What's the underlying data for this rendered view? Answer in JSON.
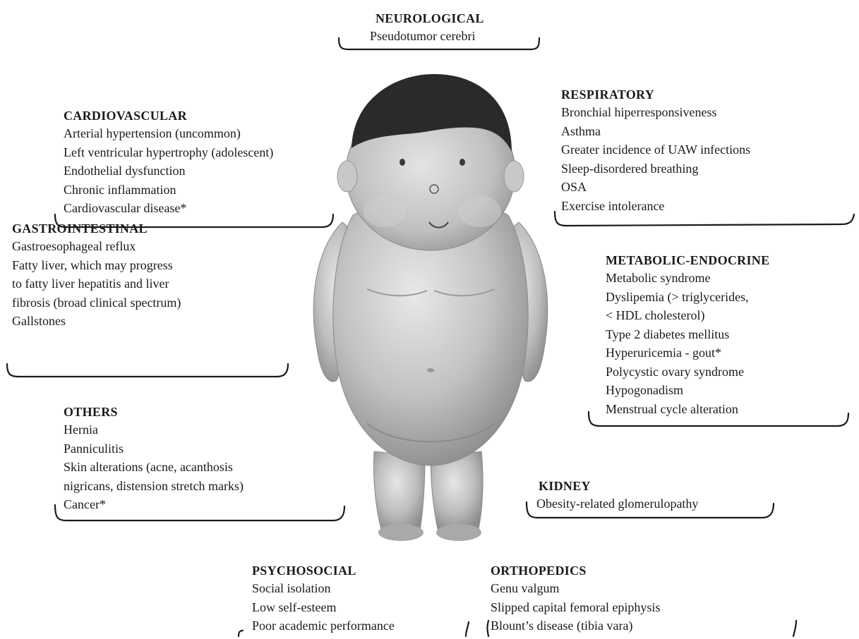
{
  "groups": {
    "neurological": {
      "title": "NEUROLOGICAL",
      "items": [
        "Pseudotumor cerebri"
      ]
    },
    "respiratory": {
      "title": "RESPIRATORY",
      "items": [
        "Bronchial hiperresponsiveness",
        "Asthma",
        "Greater incidence of UAW infections",
        "Sleep-disordered breathing",
        "OSA",
        "Exercise intolerance"
      ]
    },
    "cardiovascular": {
      "title": "CARDIOVASCULAR",
      "items": [
        "Arterial hypertension (uncommon)",
        "Left ventricular hypertrophy (adolescent)",
        "Endothelial dysfunction",
        "Chronic inflammation",
        "Cardiovascular disease*"
      ]
    },
    "gastrointestinal": {
      "title": "GASTROINTESTINAL",
      "items": [
        "Gastroesophageal reflux",
        "Fatty liver, which may progress",
        "to fatty liver hepatitis and liver",
        "fibrosis (broad clinical spectrum)",
        "Gallstones"
      ]
    },
    "metabolic": {
      "title": "METABOLIC-ENDOCRINE",
      "items": [
        "Metabolic syndrome",
        "Dyslipemia (> triglycerides,",
        "< HDL cholesterol)",
        "Type 2 diabetes mellitus",
        "Hyperuricemia - gout*",
        "Polycystic ovary syndrome",
        "Hypogonadism",
        "Menstrual cycle alteration"
      ]
    },
    "others": {
      "title": "OTHERS",
      "items": [
        "Hernia",
        "Panniculitis",
        "Skin alterations (acne, acanthosis",
        "nigricans, distension stretch marks)",
        "Cancer*"
      ]
    },
    "kidney": {
      "title": "KIDNEY",
      "items": [
        "Obesity-related glomerulopathy"
      ]
    },
    "psychosocial": {
      "title": "PSYCHOSOCIAL",
      "items": [
        "Social isolation",
        "Low self-esteem",
        "Poor academic performance"
      ]
    },
    "orthopedics": {
      "title": "ORTHOPEDICS",
      "items": [
        "Genu valgum",
        "Slipped capital femoral epiphysis",
        "Blount’s disease (tibia vara)"
      ]
    }
  },
  "colors": {
    "text": "#1a1a1a",
    "hair": "#2a2a2a",
    "skin_light": "#d9d9d9",
    "skin_mid": "#b5b5b5",
    "skin_dark": "#8c8c8c"
  }
}
